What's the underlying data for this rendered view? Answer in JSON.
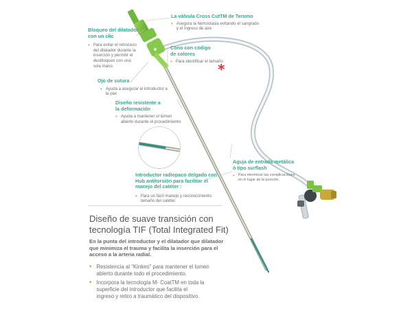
{
  "callouts": {
    "valve": {
      "title": "La válvula Cross CutTM de Terumo",
      "text": [
        "Asegura la hemostasia evitando el sangrado",
        "y el ingreso de aire"
      ]
    },
    "lock": {
      "title": [
        "Bloqueo del dilatador",
        "con un clic"
      ],
      "text": [
        "Para evitar el retroceso",
        "del dilatador durante la",
        "inserción y permitir el",
        "desbloqueo con una",
        "sola mano."
      ]
    },
    "cone": {
      "title": [
        "Cono con código",
        "de colores"
      ],
      "text": [
        "Para identificar el tamaño"
      ]
    },
    "suture": {
      "title": "Ojo de sutura",
      "text": [
        "Ayuda a asegurar el introductor a",
        "la piel."
      ]
    },
    "deform": {
      "title": [
        "Diseño resistente a",
        "la deformación"
      ],
      "text": [
        "Ayuda a mantener el lúmen",
        "abierto durante el procedimiento"
      ]
    },
    "needle": {
      "title": [
        "Aguja de entrada metálica",
        "ó tipo surflash"
      ],
      "text": [
        "Para minimizar las complicaciones",
        "en el lugar de la punción."
      ]
    },
    "radiopaque": {
      "title": [
        "Introductor radiopaco delgado con",
        "Hub antitorsión para facilitar el",
        "manejo del catéter :"
      ],
      "text": [
        "Para un fácil manejo y reconocimiento",
        "tamaño del catéter."
      ]
    }
  },
  "main": {
    "title": [
      "Diseño de suave transición con",
      "tecnología TIF (Total Integrated Fit)"
    ],
    "subtitle": [
      "En la punta del introductor y el dilatador  que dilatador",
      "que minimiza el trauma y facilita la inserción para el",
      "acceso a la arteria radial."
    ],
    "bullets": [
      [
        "Resistencia al “Kinkeo” para mantener el lumen",
        "abierto durante todo el procedimiento."
      ],
      [
        "Incorpora la tecnología M- CoatTM en toda la",
        "superficie del introductor que facilita el",
        "ingreso y retiro a traumático del dispositivo."
      ]
    ]
  },
  "colors": {
    "accent_green": "#3aa58f",
    "bullet_orange": "#e79a2e",
    "device_green": "#7cc242",
    "asterisk_red": "#d9352f"
  }
}
